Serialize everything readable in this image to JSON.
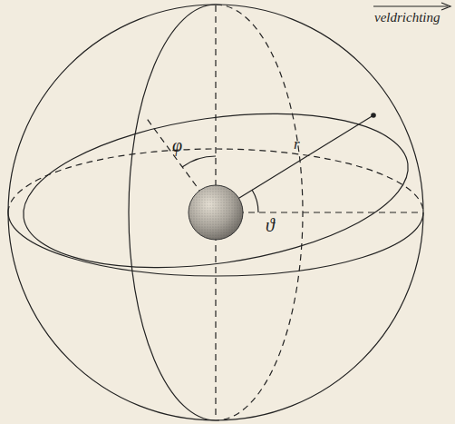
{
  "diagram": {
    "labels": [
      "veldrichting",
      "φ",
      "r",
      "ϑ"
    ]
  }
}
